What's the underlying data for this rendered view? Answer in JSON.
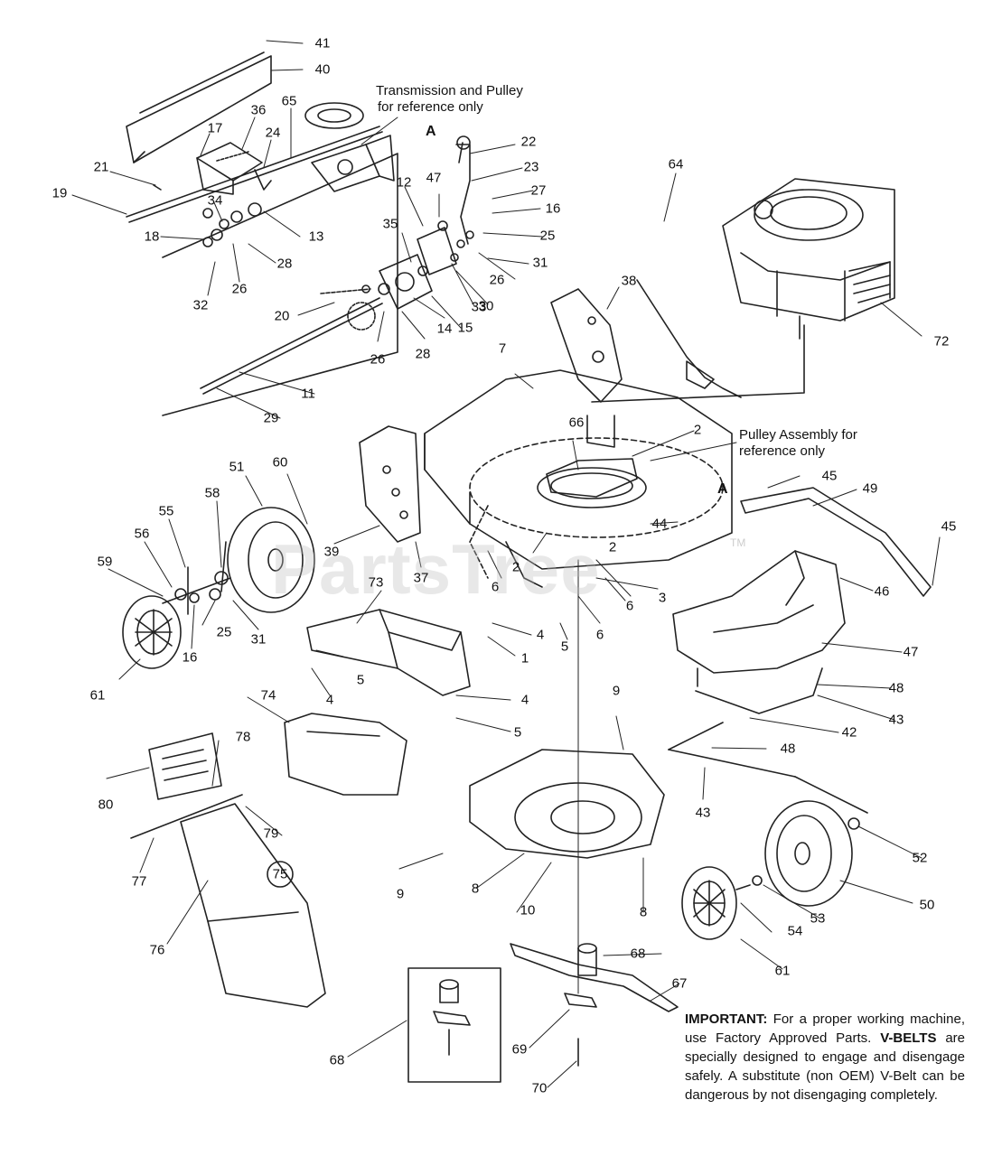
{
  "diagram": {
    "watermark": "PartsTree",
    "watermark_tm": "TM",
    "notes": {
      "transmission_ref": "Transmission and Pulley",
      "transmission_ref_line2": "for reference only",
      "pulley_ref": "Pulley Assembly for",
      "pulley_ref_line2": "reference only"
    },
    "callouts": [
      "A",
      "A"
    ],
    "important": {
      "lead1": "IMPORTANT:",
      "text1": " For a proper working machine, use Factory Approved Parts.",
      "lead2": "V-BELTS",
      "text2": " are specially designed to engage and disengage safely. A substitute (non OEM) V-Belt can be dangerous by not disengaging completely."
    },
    "part_labels": [
      "41",
      "40",
      "36",
      "17",
      "24",
      "65",
      "21",
      "19",
      "34",
      "13",
      "18",
      "28",
      "32",
      "26",
      "12",
      "47",
      "22",
      "23",
      "27",
      "16",
      "25",
      "31",
      "26",
      "33",
      "30",
      "35",
      "15",
      "20",
      "26",
      "28",
      "14",
      "11",
      "29",
      "64",
      "72",
      "38",
      "7",
      "66",
      "2",
      "51",
      "60",
      "58",
      "55",
      "56",
      "59",
      "31",
      "16",
      "25",
      "61",
      "39",
      "37",
      "73",
      "6",
      "2",
      "3",
      "6",
      "2",
      "4",
      "5",
      "6",
      "1",
      "5",
      "4",
      "4",
      "5",
      "45",
      "49",
      "44",
      "46",
      "45",
      "47",
      "48",
      "43",
      "42",
      "48",
      "43",
      "74",
      "78",
      "80",
      "79",
      "77",
      "76",
      "9",
      "9",
      "8",
      "10",
      "8",
      "52",
      "50",
      "53",
      "54",
      "61",
      "68",
      "67",
      "69",
      "70",
      "68",
      "75"
    ]
  }
}
